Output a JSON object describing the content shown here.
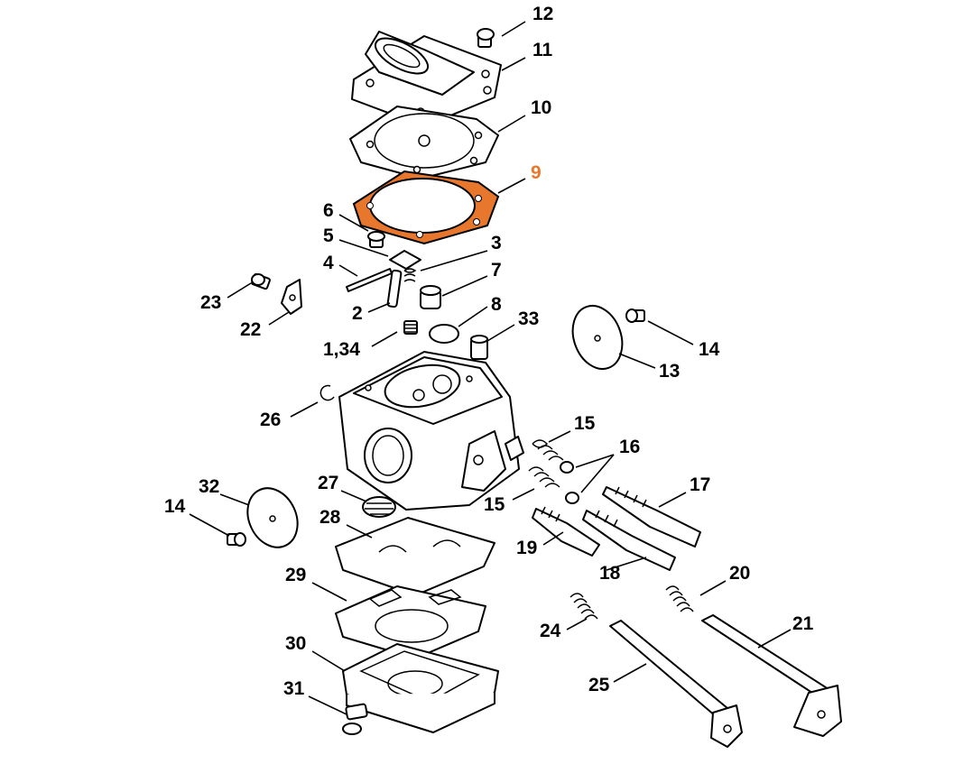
{
  "highlight_color": "#e8772e",
  "callouts": [
    {
      "id": "c12",
      "text": "12"
    },
    {
      "id": "c11",
      "text": "11"
    },
    {
      "id": "c10",
      "text": "10"
    },
    {
      "id": "c9",
      "text": "9",
      "highlighted": true
    },
    {
      "id": "c6",
      "text": "6"
    },
    {
      "id": "c5",
      "text": "5"
    },
    {
      "id": "c3",
      "text": "3"
    },
    {
      "id": "c4",
      "text": "4"
    },
    {
      "id": "c7",
      "text": "7"
    },
    {
      "id": "c23",
      "text": "23"
    },
    {
      "id": "c2",
      "text": "2"
    },
    {
      "id": "c8",
      "text": "8"
    },
    {
      "id": "c33",
      "text": "33"
    },
    {
      "id": "c22",
      "text": "22"
    },
    {
      "id": "c134",
      "text": "1,34"
    },
    {
      "id": "c14a",
      "text": "14"
    },
    {
      "id": "c13",
      "text": "13"
    },
    {
      "id": "c26",
      "text": "26"
    },
    {
      "id": "c15a",
      "text": "15"
    },
    {
      "id": "c16",
      "text": "16"
    },
    {
      "id": "c17",
      "text": "17"
    },
    {
      "id": "c32",
      "text": "32"
    },
    {
      "id": "c27",
      "text": "27"
    },
    {
      "id": "c15b",
      "text": "15"
    },
    {
      "id": "c14b",
      "text": "14"
    },
    {
      "id": "c28",
      "text": "28"
    },
    {
      "id": "c19",
      "text": "19"
    },
    {
      "id": "c18",
      "text": "18"
    },
    {
      "id": "c29",
      "text": "29"
    },
    {
      "id": "c20",
      "text": "20"
    },
    {
      "id": "c24",
      "text": "24"
    },
    {
      "id": "c21",
      "text": "21"
    },
    {
      "id": "c30",
      "text": "30"
    },
    {
      "id": "c25",
      "text": "25"
    },
    {
      "id": "c31",
      "text": "31"
    }
  ]
}
